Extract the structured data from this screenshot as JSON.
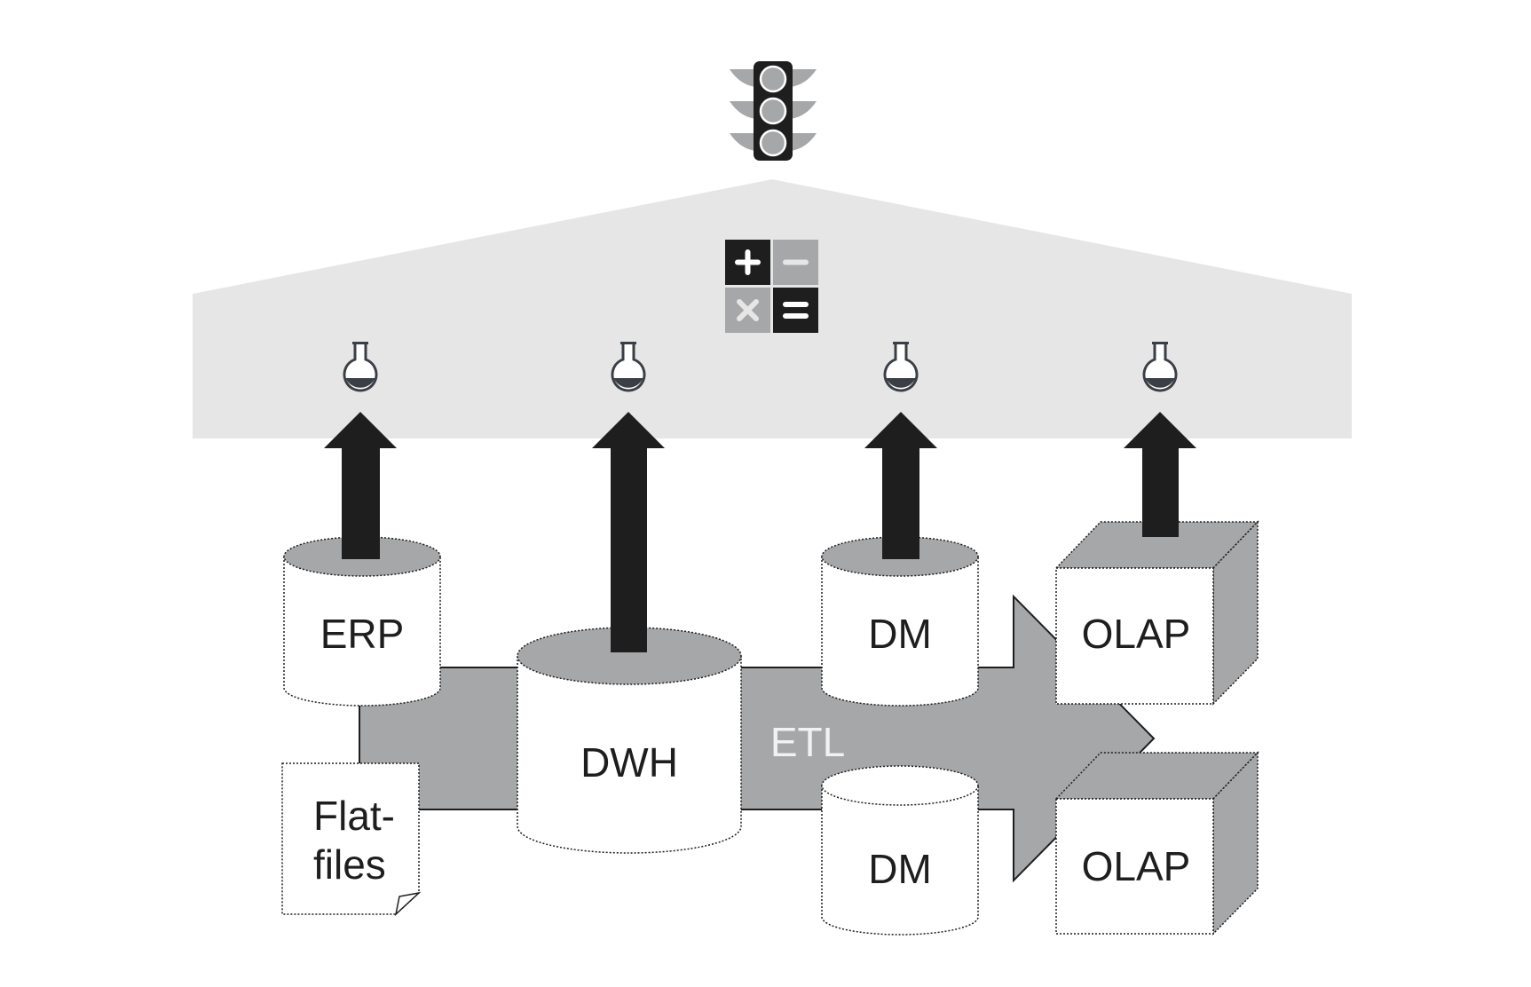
{
  "colors": {
    "roof": "#e6e6e6",
    "arrow_dark": "#1e1e1e",
    "etl_gray": "#a6a7a9",
    "cylinder_top": "#a6a7a9",
    "outline": "#1e1e1e",
    "box_fill": "#ffffff",
    "flask_liquid": "#3a3f45",
    "calc_dark": "#1e1e1e",
    "calc_gray": "#a6a7a9"
  },
  "icons": {
    "top": "traffic-light-icon",
    "center": "calculator-icon",
    "sensors": [
      "flask-icon",
      "flask-icon",
      "flask-icon",
      "flask-icon"
    ]
  },
  "labels": {
    "erp": "ERP",
    "dwh": "DWH",
    "dm_top": "DM",
    "dm_bottom": "DM",
    "olap_top": "OLAP",
    "olap_bottom": "OLAP",
    "etl": "ETL",
    "flatfiles_line1": "Flat-",
    "flatfiles_line2": "files"
  }
}
